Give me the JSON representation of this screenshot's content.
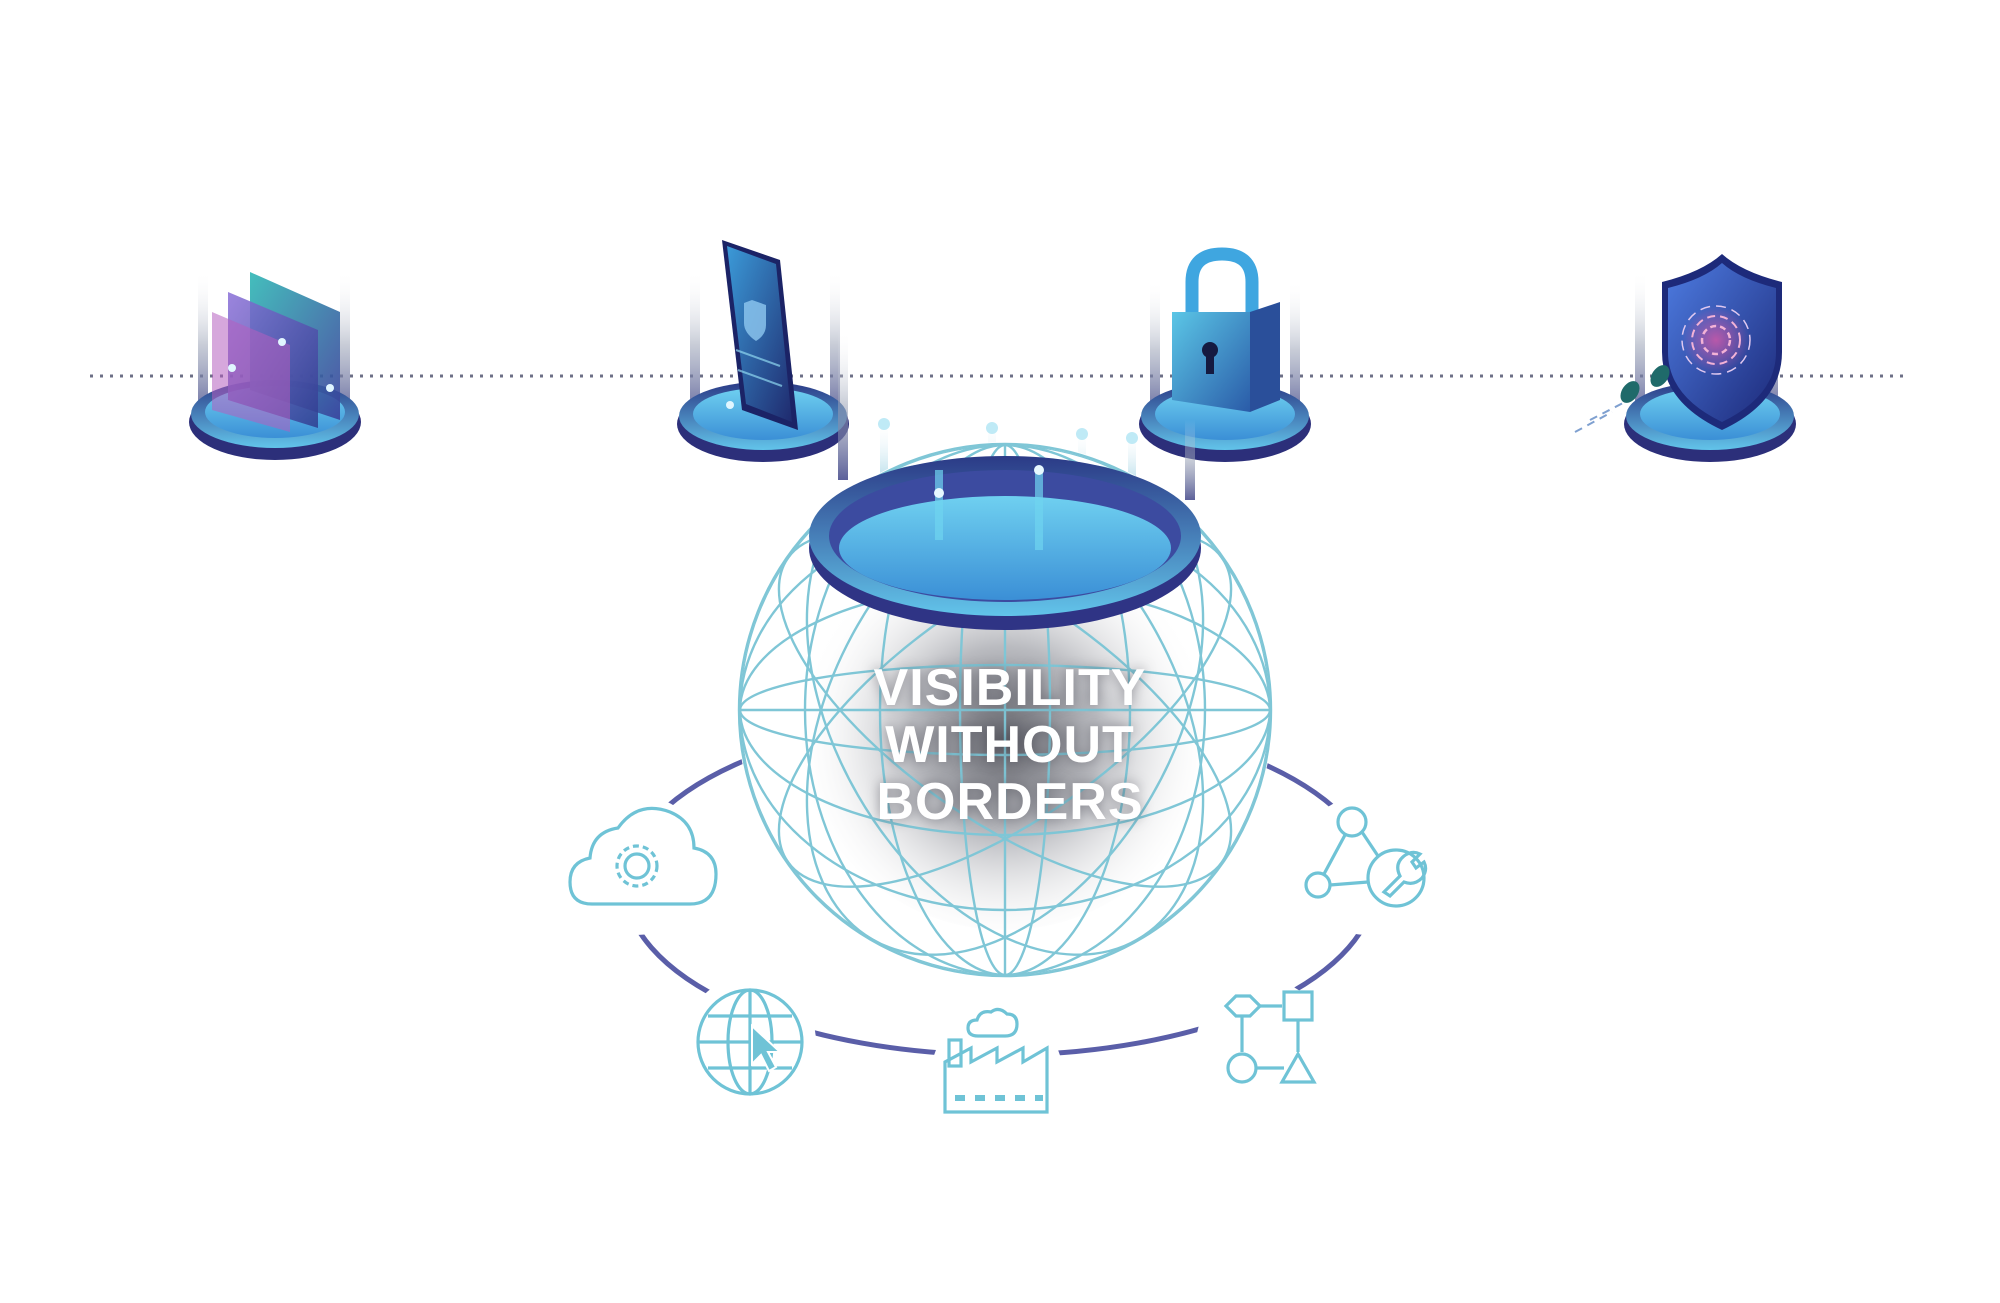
{
  "headline": {
    "lines": [
      "VISIBILITY",
      "WITHOUT",
      "BORDERS"
    ]
  },
  "colors": {
    "globe_lines": "#7fc6d6",
    "ring_dark": "#3a3c8a",
    "ring_light": "#5aaee0",
    "orbit_ring": "#5a5ea8",
    "icon_stroke": "#6fc3d6",
    "dotted_line": "#6c6f86",
    "text": "#ffffff"
  },
  "top_platforms": [
    {
      "name": "data-layers-platform",
      "icon": "layered-panels-icon"
    },
    {
      "name": "mobile-device-platform",
      "icon": "smartphone-shield-icon"
    },
    {
      "name": "padlock-platform",
      "icon": "padlock-icon"
    },
    {
      "name": "shield-platform",
      "icon": "fingerprint-shield-icon"
    }
  ],
  "orbit_icons": [
    {
      "name": "cloud-gear-icon"
    },
    {
      "name": "globe-cursor-icon"
    },
    {
      "name": "factory-icon"
    },
    {
      "name": "workflow-shapes-icon"
    },
    {
      "name": "network-wrench-icon"
    }
  ]
}
